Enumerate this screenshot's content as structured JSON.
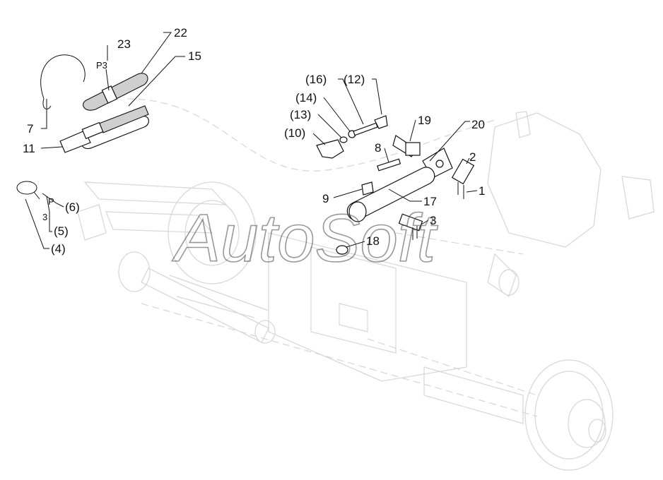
{
  "diagram": {
    "watermark": "AutoSoft",
    "callouts": {
      "c1": "1",
      "c2": "2",
      "c3": "3",
      "c7": "7",
      "c8": "8",
      "c9": "9",
      "c11": "11",
      "c15": "15",
      "c17": "17",
      "c18": "18",
      "c19": "19",
      "c20": "20",
      "c22": "22",
      "c23": "23",
      "c4": "(4)",
      "c5": "(5)",
      "c6": "(6)",
      "c10": "(10)",
      "c12": "(12)",
      "c13": "(13)",
      "c14": "(14)",
      "c16": "(16)"
    },
    "marks": {
      "p3": "P3",
      "p": "P",
      "three": "3"
    }
  }
}
